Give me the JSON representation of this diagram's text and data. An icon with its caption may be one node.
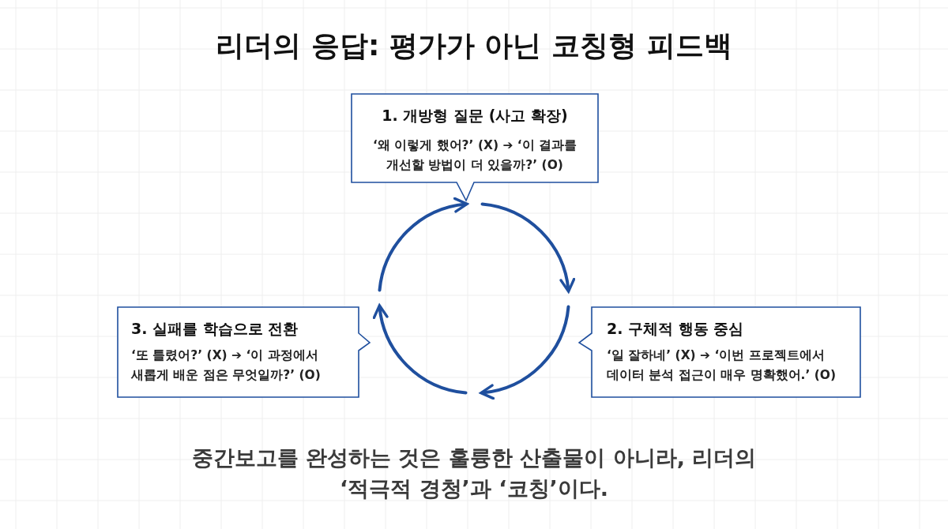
{
  "diagram": {
    "title": "리더의 응답: 평가가 아닌 코칭형 피드백",
    "nodes": [
      {
        "text": [
          "1. 개방형 질문 (사고 확장)",
          "‘왜 이렇게 했어?’ (X) ➔ **‘이 결과를 개선할 방법이 더 있을까?’ (O)**"
        ]
      },
      {
        "text": [
          "3. 실패를 학습으로 전환",
          "‘또 틀렸어?’ (X) ➔ ‘이 과정에서 **새롭게 배운 점**은 무엇일까?’ **(O)**"
        ]
      },
      {
        "text": [
          "2. 구체적 행동 중심",
          "‘일 잘하네’ (X) ➔ ‘이번 프로젝트에서 **데이터 분석 접근이 매우 명확**했어.’ **(O)**"
        ]
      }
    ],
    "caption": "중간보고를 완성하는 것은 훌륭한 산출물이 아니라, 리더의 **‘적극적 경청’**과 **‘코칭’**이다."
  }
}
